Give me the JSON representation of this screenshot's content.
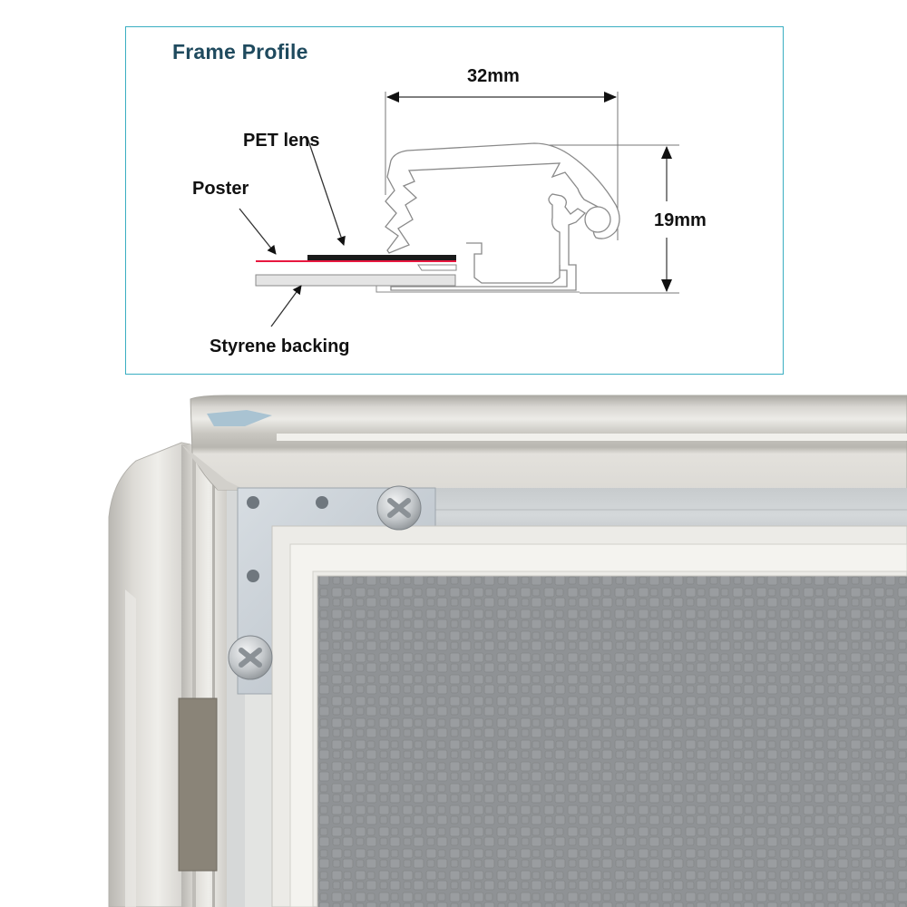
{
  "diagram": {
    "title": "Frame Profile",
    "labels": {
      "pet_lens": "PET lens",
      "poster": "Poster",
      "styrene_backing": "Styrene backing"
    },
    "dimensions": {
      "width": "32mm",
      "height": "19mm"
    },
    "colors": {
      "border": "#3aaec2",
      "title": "#1f4a5e",
      "poster_line": "#e8173f",
      "pet_lens": "#1a1a1a",
      "backing": "#e4e4e4",
      "outline": "#7a7a7a"
    }
  },
  "photo": {
    "subject": "Snap frame corner with aluminium profile, corner bracket screws and grey textured backing",
    "colors": {
      "aluminium_light": "#e6e4df",
      "aluminium_mid": "#cfccc6",
      "aluminium_dark": "#a9a7a2",
      "bracket": "#c9d0d6",
      "backing": "#8f9295",
      "hinge": "#8a8478"
    }
  }
}
